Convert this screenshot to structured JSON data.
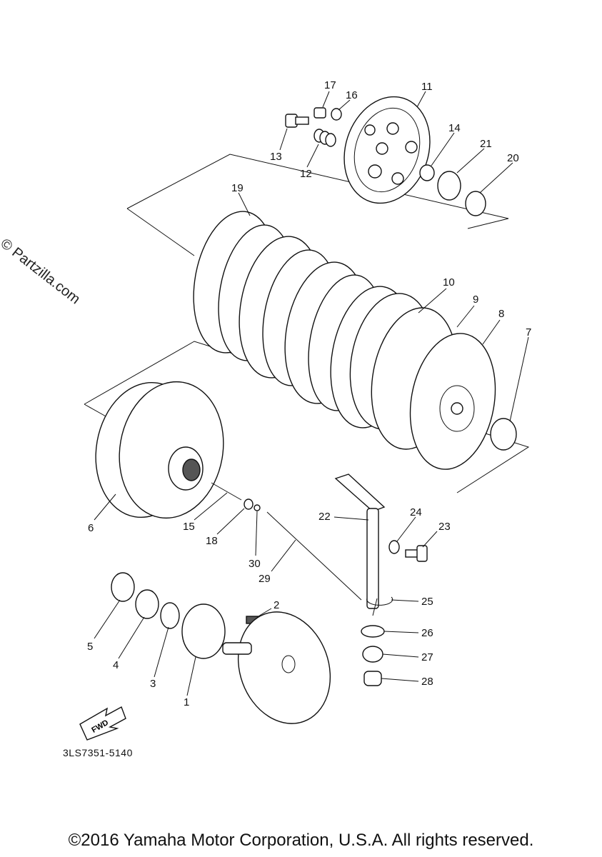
{
  "watermark": "© Partzilla.com",
  "diagram_code": "3LS7351-5140",
  "fwd_label": "FWD",
  "copyright": "©2016 Yamaha Motor Corporation, U.S.A. All rights reserved.",
  "callouts": [
    "1",
    "2",
    "3",
    "4",
    "5",
    "6",
    "7",
    "8",
    "9",
    "10",
    "11",
    "12",
    "13",
    "14",
    "15",
    "16",
    "17",
    "18",
    "19",
    "20",
    "21",
    "22",
    "23",
    "24",
    "25",
    "26",
    "27",
    "28",
    "29",
    "30"
  ]
}
